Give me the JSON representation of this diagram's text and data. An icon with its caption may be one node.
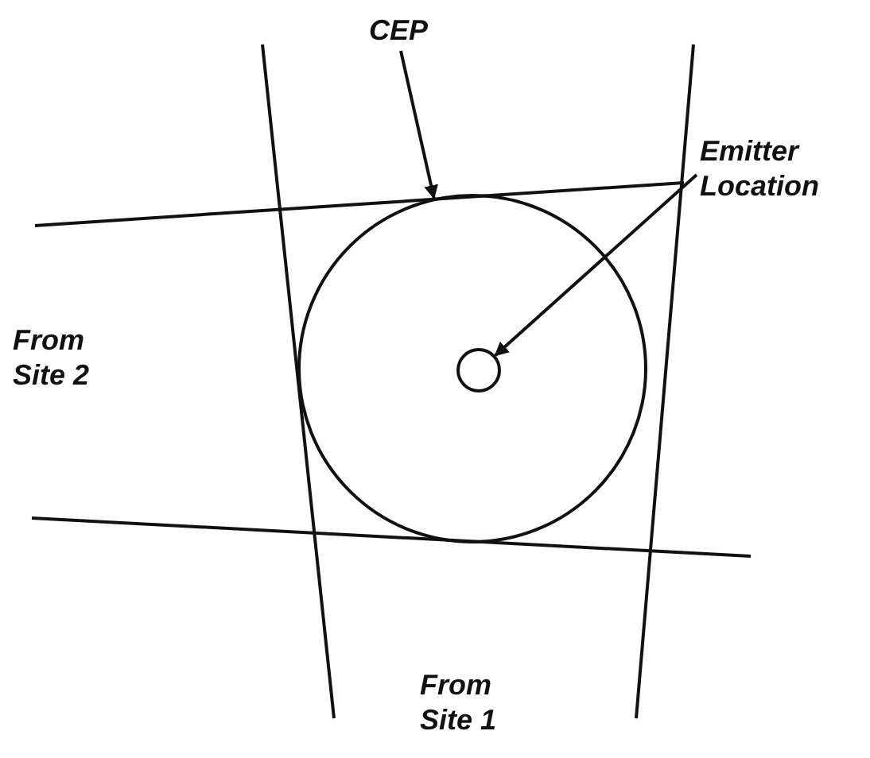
{
  "diagram": {
    "nodes": [
      {
        "text": [
          "CEP"
        ]
      },
      {
        "text": [
          "Emitter Location"
        ]
      },
      {
        "text": [],
        "shape": "circle"
      },
      {
        "text": [],
        "shape": "circle",
        "in": 2
      }
    ],
    "edges": [
      {
        "from": 0,
        "to": 2,
        "arrow": "to"
      },
      {
        "from": 1,
        "to": 3,
        "arrow": "to"
      }
    ],
    "labels": [
      "From Site 2",
      "From Site 1"
    ]
  }
}
